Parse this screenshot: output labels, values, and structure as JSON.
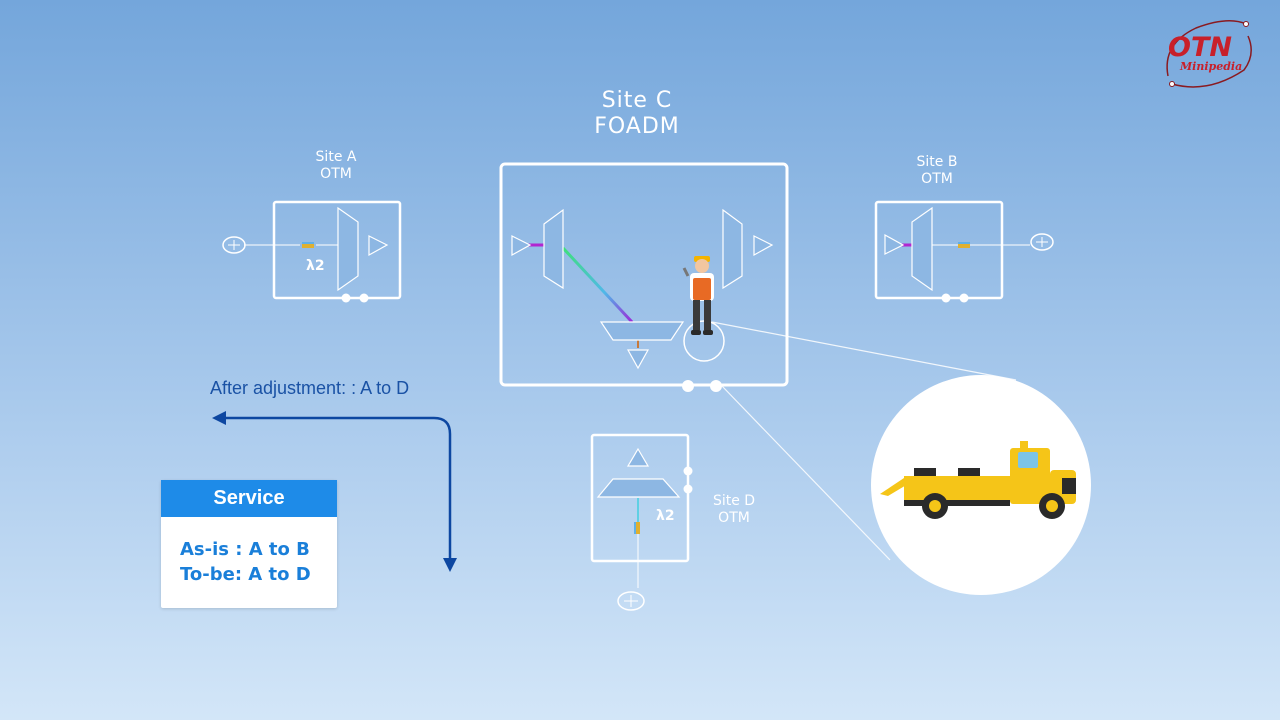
{
  "sites": {
    "a": {
      "name": "Site A",
      "type": "OTM",
      "lambda": "λ2"
    },
    "b": {
      "name": "Site B",
      "type": "OTM"
    },
    "c": {
      "name": "Site C",
      "type": "FOADM"
    },
    "d": {
      "name": "Site D",
      "type": "OTM",
      "lambda": "λ2"
    }
  },
  "annotation": {
    "after_adjustment": "After adjustment: : A to D"
  },
  "service": {
    "title": "Service",
    "as_is": "As-is : A to B",
    "to_be": "To-be: A to D"
  },
  "logo": {
    "line1": "OTN",
    "line2": "Minipedia"
  },
  "colors": {
    "box_border": "#ffffff",
    "arrow": "#0d47a1",
    "service_header": "#1e8be8",
    "truck_body": "#f5c518",
    "logo_red": "#c8202a"
  },
  "icons": [
    "router-icon",
    "mux-icon",
    "amplifier-icon",
    "technician-icon",
    "truck-icon",
    "logo-icon"
  ]
}
